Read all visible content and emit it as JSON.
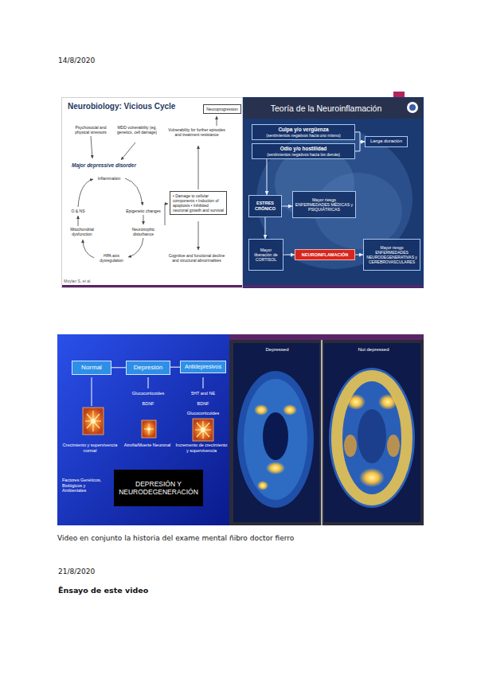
{
  "diagram": {
    "nodes": [
      {
        "text": [
          "Neurobiology: Vicious Cycle"
        ]
      },
      {
        "text": [
          "Neuroprogression"
        ],
        "in": 0
      },
      {
        "text": [
          "• Damage to cellular components • Induction of apoptosis • Inhibited neuronal growth and survival"
        ],
        "in": 0
      },
      {
        "text": [
          "Teoría de la Neuroinflamación"
        ]
      },
      {
        "text": [
          "Culpa y/o vergüenza",
          "(sentimientos negativos hacia uno mismo)"
        ],
        "in": 3
      },
      {
        "text": [
          "Odio y/o hostilidad",
          "(sentimientos negativos hacia los demás)"
        ],
        "in": 3
      },
      {
        "text": [
          "Larga duración"
        ],
        "in": 3
      },
      {
        "text": [
          "ESTRES CRÓNICO"
        ],
        "in": 3
      },
      {
        "text": [
          "Mayor riesgo ENFERMEDADES MÉDICAS y PSIQUIÁTRICAS"
        ],
        "in": 3
      },
      {
        "text": [
          "Mayor liberación de CORTISOL"
        ],
        "in": 3
      },
      {
        "text": [
          "NEUROINFLAMACIÓN"
        ],
        "in": 3
      },
      {
        "text": [
          "Mayor riesgo ENFERMEDADES NEURODEGENERATIVAS y CEREBROVASCULARES"
        ],
        "in": 3
      },
      {
        "text": [
          "Normal"
        ]
      },
      {
        "text": [
          "Depresión"
        ]
      },
      {
        "text": [
          "Antidepresivos"
        ]
      },
      {
        "text": [
          "DEPRESIÓN Y NEURODEGENERACIÓN"
        ]
      }
    ],
    "edges": [
      {
        "from": 4,
        "to": 6,
        "arrow": "to"
      },
      {
        "from": 5,
        "to": 6,
        "arrow": "to"
      },
      {
        "from": 5,
        "to": 7,
        "arrow": "to"
      },
      {
        "from": 7,
        "to": 8,
        "arrow": "to"
      },
      {
        "from": 7,
        "to": 9,
        "arrow": "to"
      },
      {
        "from": 9,
        "to": 10,
        "arrow": "to"
      },
      {
        "from": 10,
        "to": 11,
        "arrow": "to"
      },
      {
        "from": 12,
        "to": 13,
        "arrow": "none"
      },
      {
        "from": 13,
        "to": 14,
        "arrow": "none"
      }
    ],
    "labels": [
      "14/8/2020",
      "Psychosocial and physical stressors",
      "MDD vulnerability (eg, genetics, cell damage)",
      "Major depressive disorder",
      "Inflammation",
      "O & NS",
      "Epigenetic changes",
      "Mitochondrial dysfunction",
      "Neurotrophic disturbance",
      "HPA axis dysregulation",
      "Vulnerability for further episodes and treatment resistance",
      "Cognitive and functional decline and structural abnormalities",
      "Moylan S, et al.",
      "Glucocorticoides",
      "BDNF",
      "5HT and NE",
      "BDNF",
      "Glucocorticoides",
      "Crecimiento y supervivencia normal",
      "Atrofia/Muerte Neuronal",
      "Incremento de crecimiento y supervivencia",
      "Factores Genéticos, Biológicos y Ambientales",
      "Depressed",
      "Not depressed",
      "Video en conjunto la historia del exame mental ñibro doctor fierro",
      "21/8/2020",
      "Ênsayo de este video"
    ]
  }
}
